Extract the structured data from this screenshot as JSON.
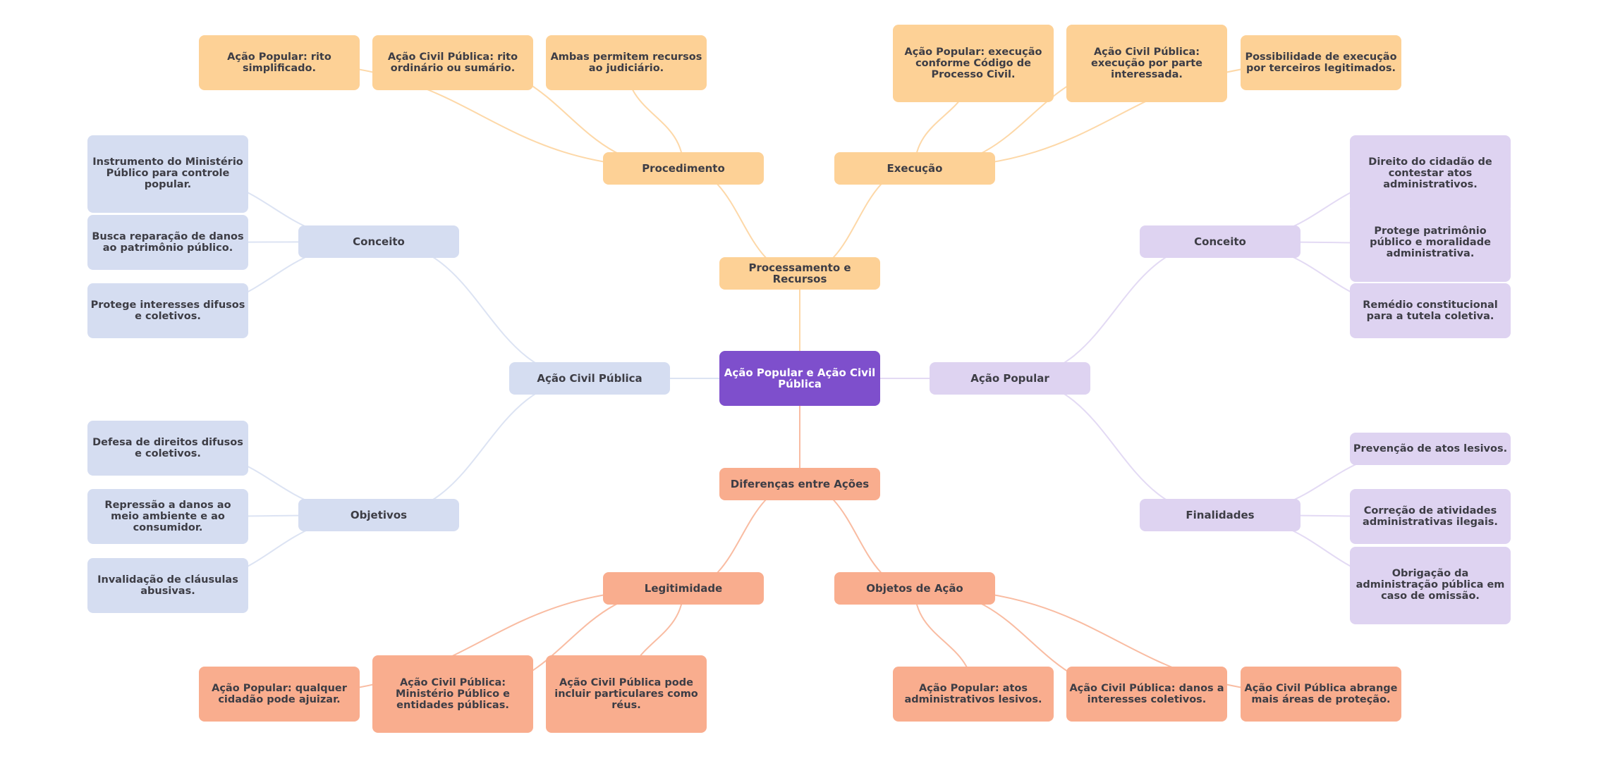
{
  "title": "Ação Popular e Ação Civil Pública",
  "colors": {
    "root": "#7E4FCC",
    "processing_branch": "#FDD196",
    "differences_branch": "#F9AD8E",
    "civil_action_branch": "#D5DDF1",
    "popular_action_branch": "#DED3F1",
    "text": "#3D3D45",
    "processing_edge": "#FDD8A8",
    "differences_edge": "#F9BCA2",
    "civil_action_edge": "#DCE3F3",
    "popular_action_edge": "#E3DAF4"
  },
  "root": {
    "label": "Ação Popular e Ação Civil Pública"
  },
  "branches": {
    "processamento": {
      "label": "Processamento e Recursos",
      "procedimento": {
        "label": "Procedimento",
        "items": [
          "Ação Popular: rito simplificado.",
          "Ação Civil Pública: rito ordinário ou sumário.",
          "Ambas permitem recursos ao judiciário."
        ]
      },
      "execucao": {
        "label": "Execução",
        "items": [
          "Ação Popular: execução conforme Código de Processo Civil.",
          "Ação Civil Pública: execução por parte interessada.",
          "Possibilidade de execução por terceiros legitimados."
        ]
      }
    },
    "diferencas": {
      "label": "Diferenças entre Ações",
      "legitimidade": {
        "label": "Legitimidade",
        "items": [
          "Ação Popular: qualquer cidadão pode ajuizar.",
          "Ação Civil Pública: Ministério Público e entidades públicas.",
          "Ação Civil Pública pode incluir particulares como réus."
        ]
      },
      "objetos": {
        "label": "Objetos de Ação",
        "items": [
          "Ação Popular: atos administrativos lesivos.",
          "Ação Civil Pública: danos a interesses coletivos.",
          "Ação Civil Pública abrange mais áreas de proteção."
        ]
      }
    },
    "acao_civil_publica": {
      "label": "Ação Civil Pública",
      "conceito": {
        "label": "Conceito",
        "items": [
          "Instrumento do Ministério Público para controle popular.",
          "Busca reparação de danos ao patrimônio público.",
          "Protege interesses difusos e coletivos."
        ]
      },
      "objetivos": {
        "label": "Objetivos",
        "items": [
          "Defesa de direitos difusos e coletivos.",
          "Repressão a danos ao meio ambiente e ao consumidor.",
          "Invalidação de cláusulas abusivas."
        ]
      }
    },
    "acao_popular": {
      "label": "Ação Popular",
      "conceito": {
        "label": "Conceito",
        "items": [
          "Direito do cidadão de contestar atos administrativos.",
          "Protege patrimônio público e moralidade administrativa.",
          "Remédio constitucional para a tutela coletiva."
        ]
      },
      "finalidades": {
        "label": "Finalidades",
        "items": [
          "Prevenção de atos lesivos.",
          "Correção de atividades administrativas ilegais.",
          "Obrigação da administração pública em caso de omissão."
        ]
      }
    }
  }
}
